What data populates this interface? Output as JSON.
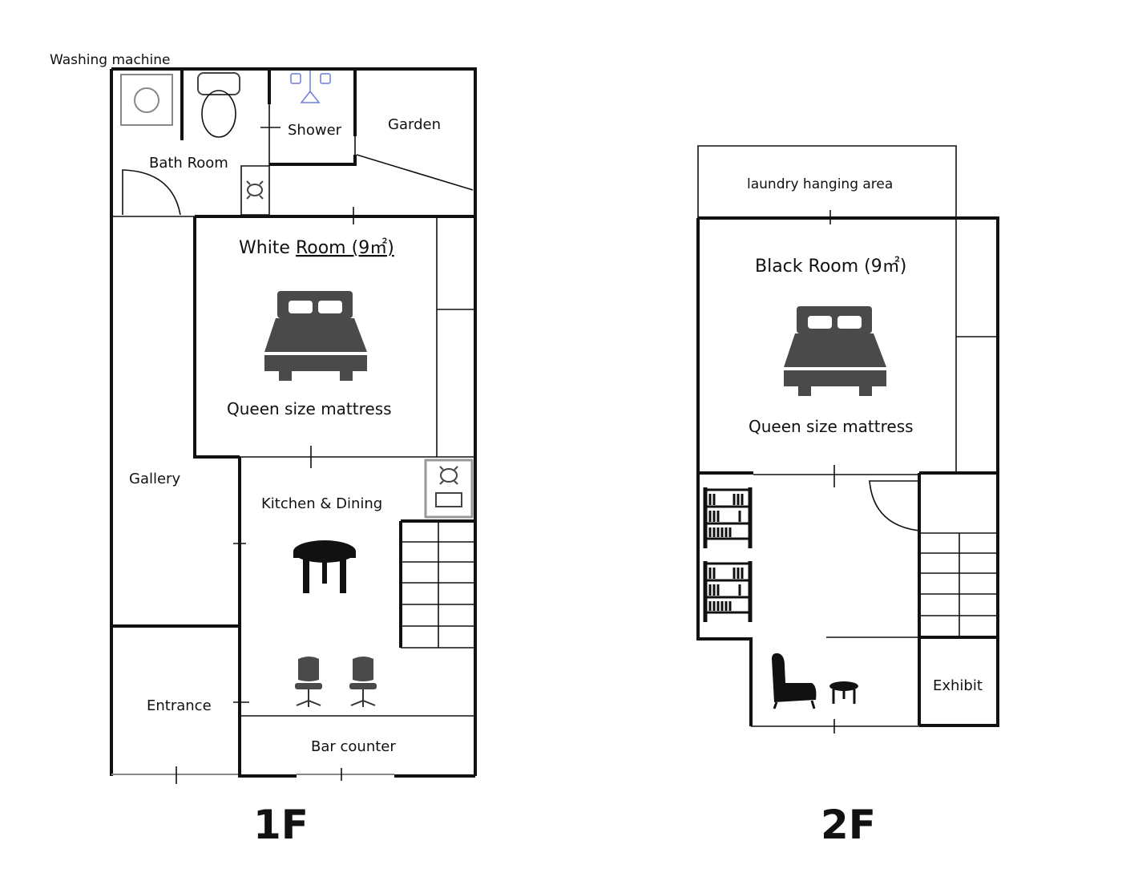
{
  "floor_1": {
    "title": "1F",
    "labels": {
      "washing_machine": "Washing machine",
      "bath_room": "Bath Room",
      "shower": "Shower",
      "garden": "Garden",
      "white_room_prefix": "White ",
      "white_room_name": "Room (9㎡)",
      "white_room_mattress": "Queen size mattress",
      "gallery": "Gallery",
      "kitchen_dining": "Kitchen & Dining",
      "entrance": "Entrance",
      "bar_counter": "Bar counter"
    }
  },
  "floor_2": {
    "title": "2F",
    "labels": {
      "laundry": "laundry hanging area",
      "black_room": "Black Room (9㎡)",
      "black_room_mattress": "Queen size mattress",
      "exhibit": "Exhibit"
    }
  },
  "colors": {
    "wall": "#111111",
    "bed": "#4a4a4a",
    "shower_fixture": "#6f7fd8",
    "fixture_gray": "#888888"
  }
}
